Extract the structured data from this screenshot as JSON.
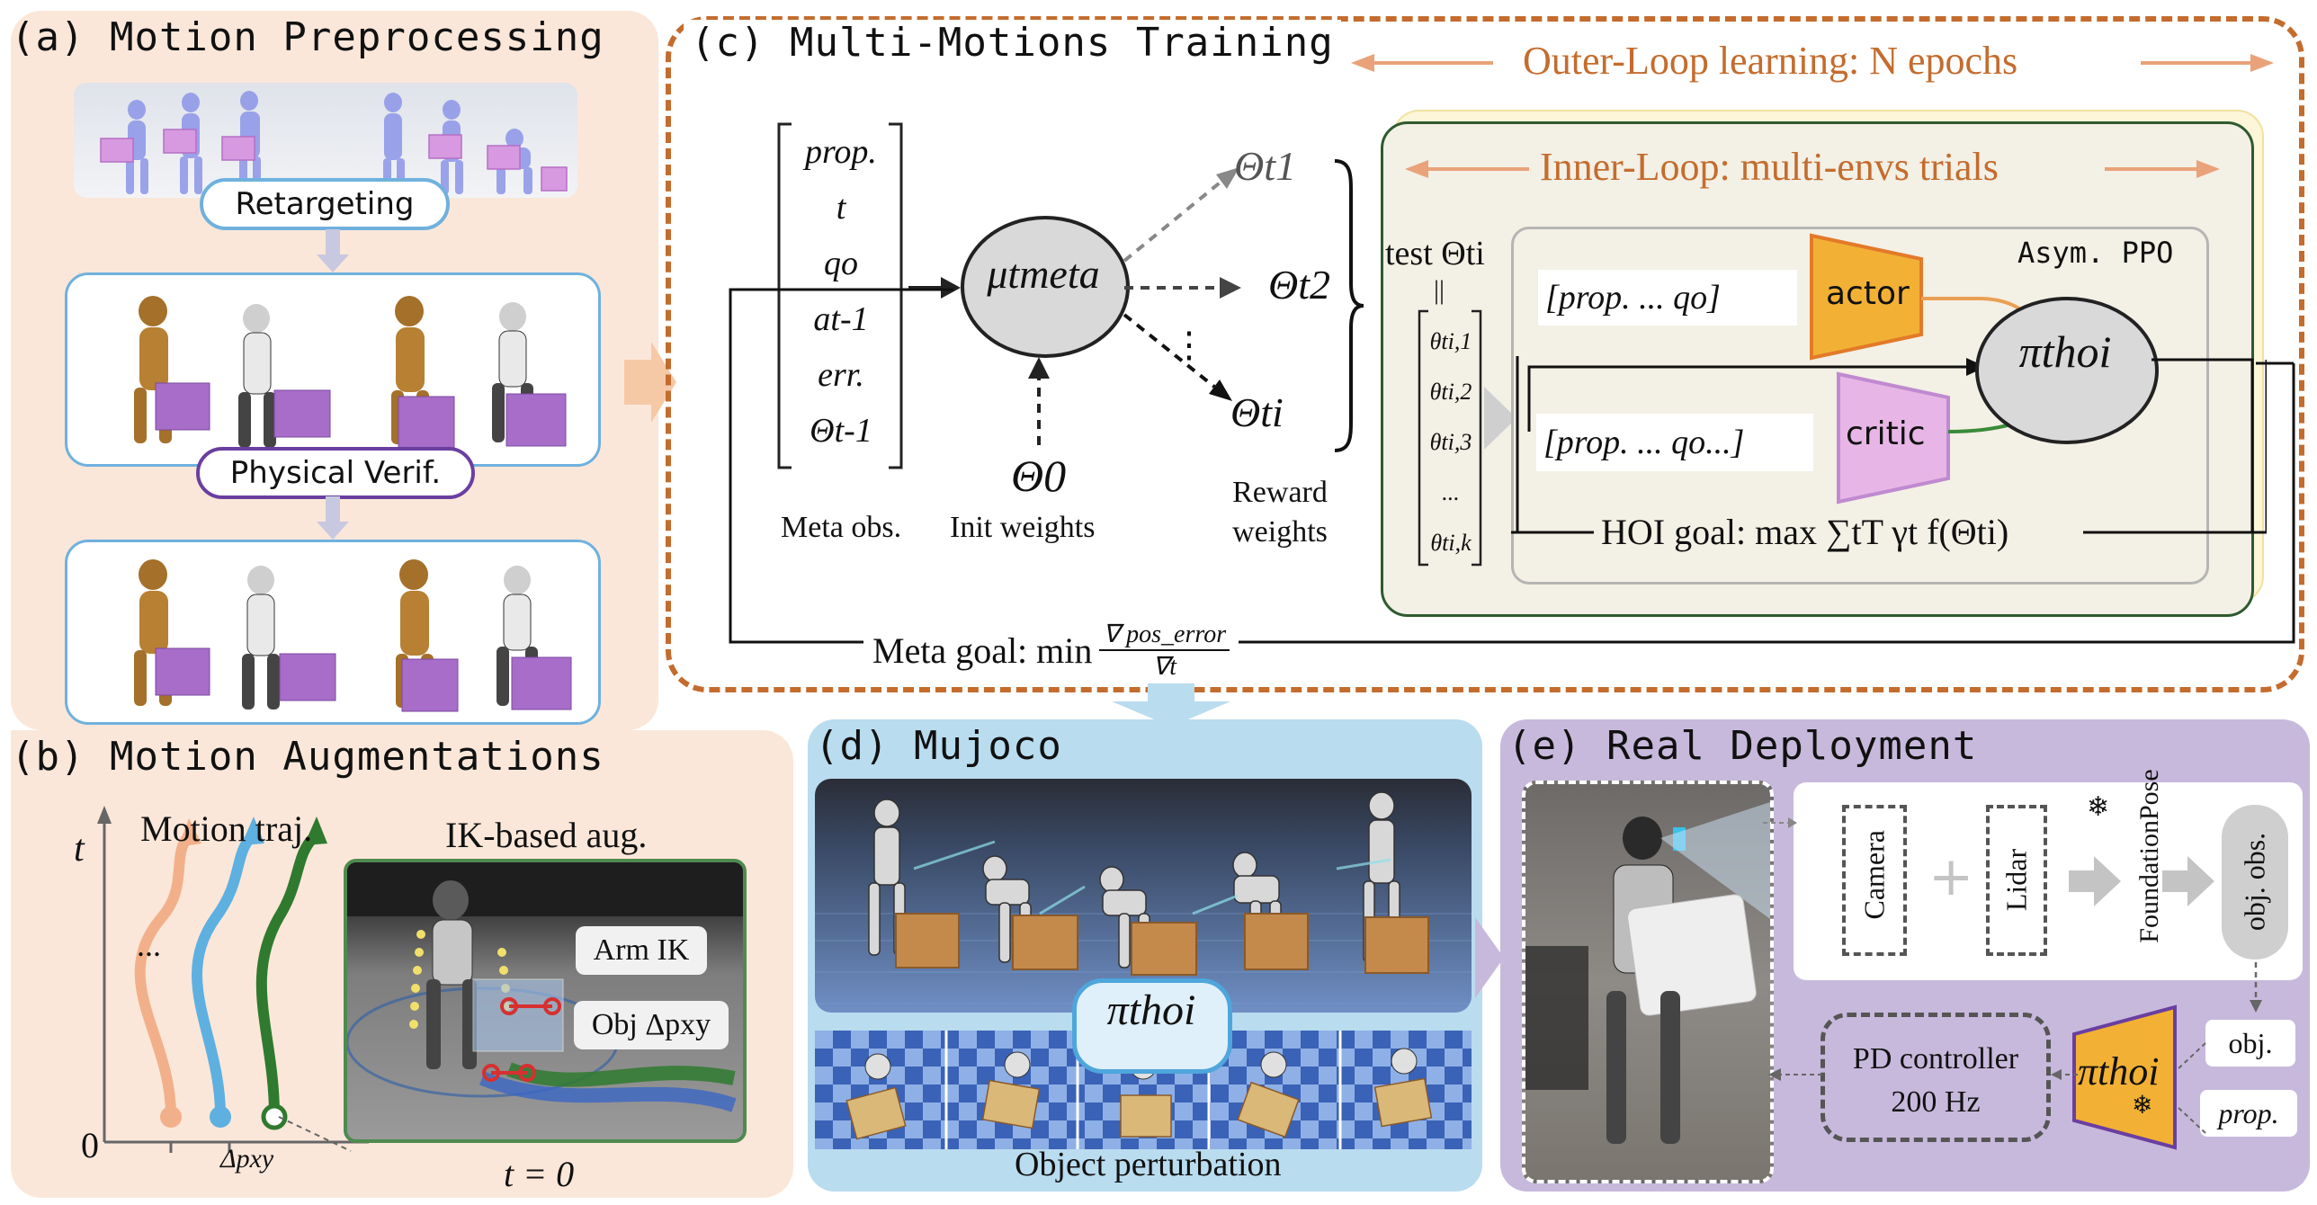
{
  "panel_a": {
    "title": "(a) Motion Preprocessing",
    "retarget_label": "Retargeting",
    "verif_label": "Physical Verif."
  },
  "panel_b": {
    "title": "(b) Motion Augmentations",
    "traj_label": "Motion traj.",
    "ik_label": "IK-based aug.",
    "axis_t": "t",
    "axis_zero": "0",
    "dots": "...",
    "delta_label": "Δpxy",
    "arm_ik": "Arm IK",
    "obj_delta": "Obj Δpxy",
    "t_zero": "t = 0"
  },
  "panel_c": {
    "title": "(c) Multi-Motions Training",
    "outer_loop": "Outer-Loop learning: N epochs",
    "inner_loop": "Inner-Loop: multi-envs trials",
    "meta_obs_items": [
      "prop.",
      "t",
      "qo",
      "at-1",
      "err.",
      "Θt-1"
    ],
    "meta_obs_label": "Meta obs.",
    "mu_label": "μtmeta",
    "theta0": "Θ0",
    "init_weights": "Init weights",
    "theta_outputs": [
      "Θt1",
      "Θt2",
      "Θti"
    ],
    "vdots": "⋮",
    "reward_weights": "Reward weights",
    "test_label": "test Θti",
    "equals": "||",
    "theta_vector": [
      "θti,1",
      "θti,2",
      "θti,3",
      "...",
      "θti,k"
    ],
    "asym_ppo": "Asym. PPO",
    "actor_obs": "[prop.   ...   qo]",
    "critic_obs": "[prop.   ...   qo...]",
    "actor": "actor",
    "critic": "critic",
    "pi_hoi": "πthoi",
    "hoi_goal": "HOI goal: max ∑tT γt f(Θti)",
    "meta_goal_prefix": "Meta goal: min",
    "meta_goal_num": "∇ pos_error",
    "meta_goal_den": "∇t"
  },
  "panel_d": {
    "title": "(d) Mujoco",
    "pi_hoi": "πthoi",
    "object_perturbation": "Object perturbation"
  },
  "panel_e": {
    "title": "(e) Real Deployment",
    "camera": "Camera",
    "plus": "+",
    "lidar": "Lidar",
    "foundation_pose": "FoundationPose",
    "obj_obs": "obj. obs.",
    "obj": "obj.",
    "prop": "prop.",
    "pd_controller": "PD controller",
    "pd_freq": "200 Hz",
    "pi_hoi": "πthoi"
  },
  "colors": {
    "panel_peach": "#fbe7d9",
    "outer_dashed": "#c46c2e",
    "inner_green": "#2f5a2f",
    "actor": "#f2b134",
    "critic": "#e7b6e6",
    "mujoco_blue": "#b9dcef",
    "real_purple": "#c7b9dc"
  }
}
